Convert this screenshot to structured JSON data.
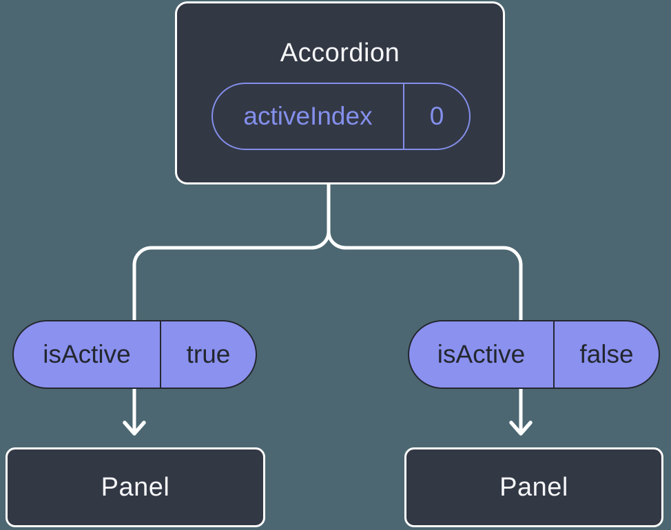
{
  "canvas": {
    "background": "#4C6771"
  },
  "colors": {
    "node_fill": "#333845",
    "node_border": "#FFFFFF",
    "node_text": "#F6F7F9",
    "state_accent": "#8490EC",
    "pill_fill": "#8B91EF",
    "pill_border": "#23272F",
    "pill_text": "#23272F",
    "connector": "#FFFFFF"
  },
  "root_node": {
    "title": "Accordion",
    "state": {
      "name": "activeIndex",
      "value": "0"
    }
  },
  "branches": [
    {
      "prop": {
        "name": "isActive",
        "value": "true"
      },
      "child": {
        "title": "Panel"
      }
    },
    {
      "prop": {
        "name": "isActive",
        "value": "false"
      },
      "child": {
        "title": "Panel"
      }
    }
  ]
}
